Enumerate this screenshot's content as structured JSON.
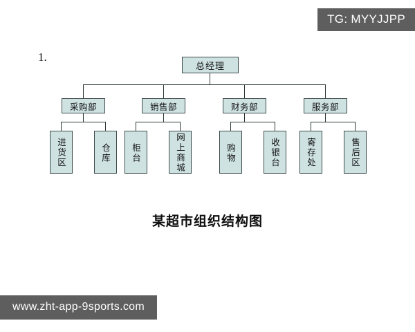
{
  "watermarks": {
    "tag": "TG: MYYJJPP",
    "site": "www.zht-app-9sports.com"
  },
  "figure": {
    "item_number": "1.",
    "caption": "某超市组织结构图",
    "colors": {
      "node_fill": "#cfe2e2",
      "node_border": "#3c4a4a",
      "line": "#2b3636",
      "badge_bg": "#5e5e5e",
      "page_bg": "#ffffff"
    },
    "chart": {
      "type": "org-chart",
      "root": {
        "label": "总经理"
      },
      "departments": [
        {
          "label": "采购部",
          "children": [
            {
              "label": "进货区"
            },
            {
              "label": "仓库"
            }
          ]
        },
        {
          "label": "销售部",
          "children": [
            {
              "label": "柜台"
            },
            {
              "label": "网上商城"
            }
          ]
        },
        {
          "label": "财务部",
          "children": [
            {
              "label": "购物"
            },
            {
              "label": "收银台"
            }
          ]
        },
        {
          "label": "服务部",
          "children": [
            {
              "label": "寄存处"
            },
            {
              "label": "售后区"
            }
          ]
        }
      ]
    }
  }
}
